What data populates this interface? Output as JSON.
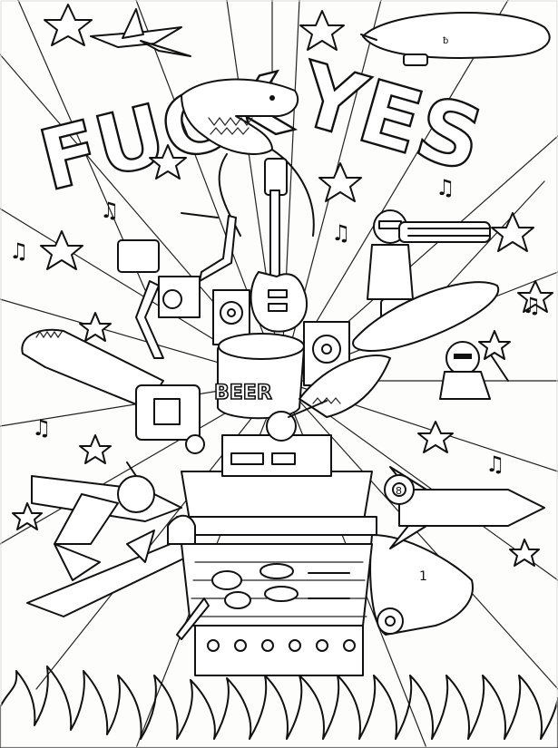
{
  "artwork": {
    "title_word_1": "FUCK",
    "title_word_2": "YES",
    "beer_label": "BEER",
    "ball_number": "8",
    "car_door_number": "1",
    "music_note_glyph": "♫",
    "star_glyph": "★"
  },
  "style": {
    "ink": "#111111",
    "paper": "#fdfdfc"
  }
}
